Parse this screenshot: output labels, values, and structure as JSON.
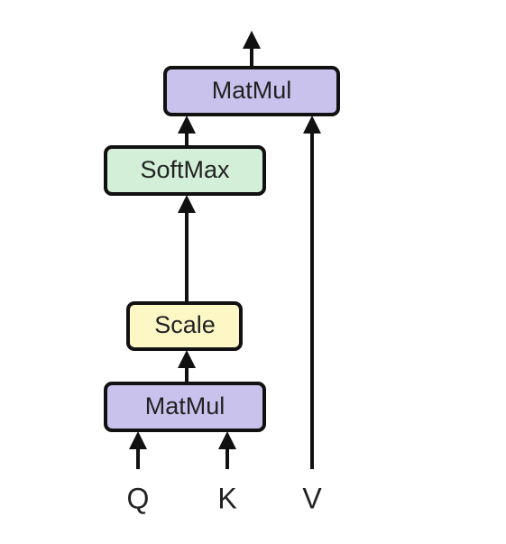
{
  "blocks": {
    "matmul_top": {
      "label": "MatMul",
      "fill": "#c9c2ec"
    },
    "softmax": {
      "label": "SoftMax",
      "fill": "#d3efd8"
    },
    "scale": {
      "label": "Scale",
      "fill": "#fdf7c6"
    },
    "matmul_bottom": {
      "label": "MatMul",
      "fill": "#c9c2ec"
    }
  },
  "inputs": {
    "q": "Q",
    "k": "K",
    "v": "V"
  },
  "colors": {
    "stroke": "#111111",
    "text": "#222222"
  }
}
